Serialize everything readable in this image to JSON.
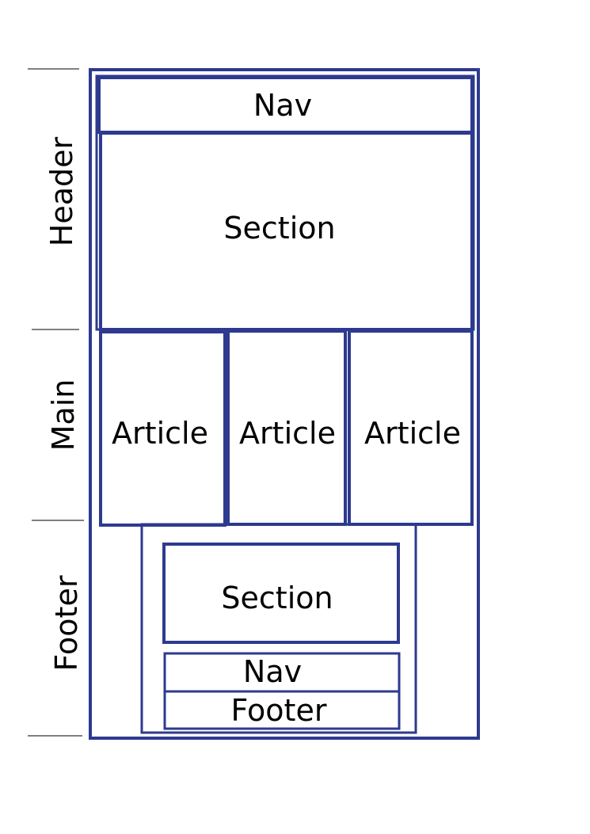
{
  "colors": {
    "border": "#2e3a8f",
    "divider": "#000000",
    "text": "#000000"
  },
  "side_labels": {
    "header": "Header",
    "main": "Main",
    "footer": "Footer"
  },
  "header": {
    "nav_label": "Nav",
    "section_label": "Section"
  },
  "main": {
    "articles": [
      "Article",
      "Article",
      "Article"
    ]
  },
  "footer": {
    "section_label": "Section",
    "nav_label": "Nav",
    "footer_label": "Footer"
  }
}
